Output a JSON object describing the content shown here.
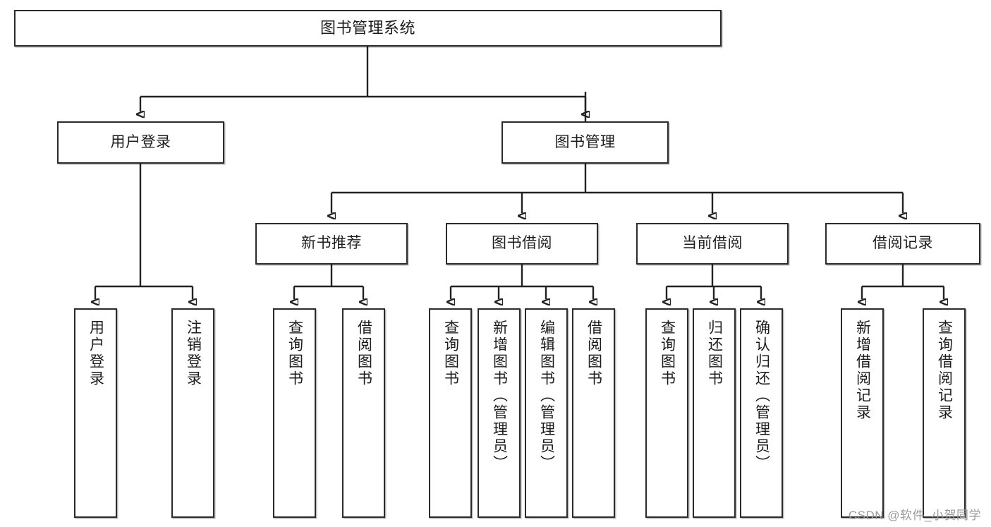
{
  "diagram": {
    "type": "tree",
    "title": "图书管理系统",
    "orientation": "top-down",
    "colors": {
      "box_border": "#2b2b2b",
      "box_fill": "#ffffff",
      "connector": "#222222",
      "text": "#1c1c1c",
      "watermark": "#9b9b9b"
    },
    "nodes": {
      "root": {
        "label": "图书管理系统"
      },
      "level2": [
        {
          "label": "用户登录"
        },
        {
          "label": "图书管理"
        }
      ],
      "level3": [
        {
          "label": "新书推荐"
        },
        {
          "label": "图书借阅"
        },
        {
          "label": "当前借阅"
        },
        {
          "label": "借阅记录"
        }
      ],
      "leaves": {
        "user_login": [
          {
            "label": "用户登录"
          },
          {
            "label": "注销登录"
          }
        ],
        "new_book_recommend": [
          {
            "label": "查询图书"
          },
          {
            "label": "借阅图书"
          }
        ],
        "book_borrow": [
          {
            "label": "查询图书"
          },
          {
            "label": "新增图书（管理员）"
          },
          {
            "label": "编辑图书（管理员）"
          },
          {
            "label": "借阅图书"
          }
        ],
        "current_borrow": [
          {
            "label": "查询图书"
          },
          {
            "label": "归还图书"
          },
          {
            "label": "确认归还（管理员）"
          }
        ],
        "borrow_record": [
          {
            "label": "新增借阅记录"
          },
          {
            "label": "查询借阅记录"
          }
        ]
      }
    }
  },
  "watermark": {
    "text": "CSDN @软件_小贺同学"
  }
}
